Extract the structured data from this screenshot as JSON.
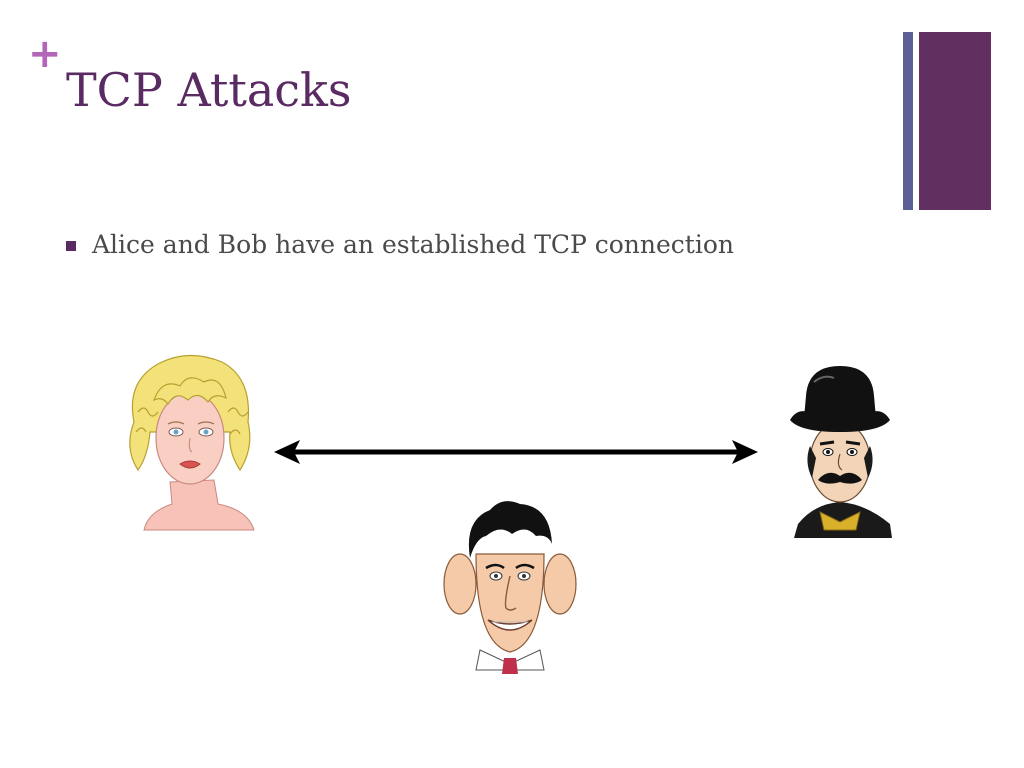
{
  "slide": {
    "title": "TCP Attacks",
    "bullets": [
      {
        "text": "Alice and Bob have an established TCP connection"
      }
    ]
  },
  "figures": {
    "left_person_icon": "blonde-woman-clipart",
    "right_person_icon": "man-with-bowler-hat-clipart",
    "middle_person_icon": "man-with-big-ears-clipart",
    "connection_icon": "double-headed-arrow"
  },
  "colors": {
    "title": "#5a2a62",
    "plus": "#b366b8",
    "accent_bar_thin": "#5a5f96",
    "accent_bar_wide": "#612f60",
    "body_text": "#4a4a4a"
  }
}
